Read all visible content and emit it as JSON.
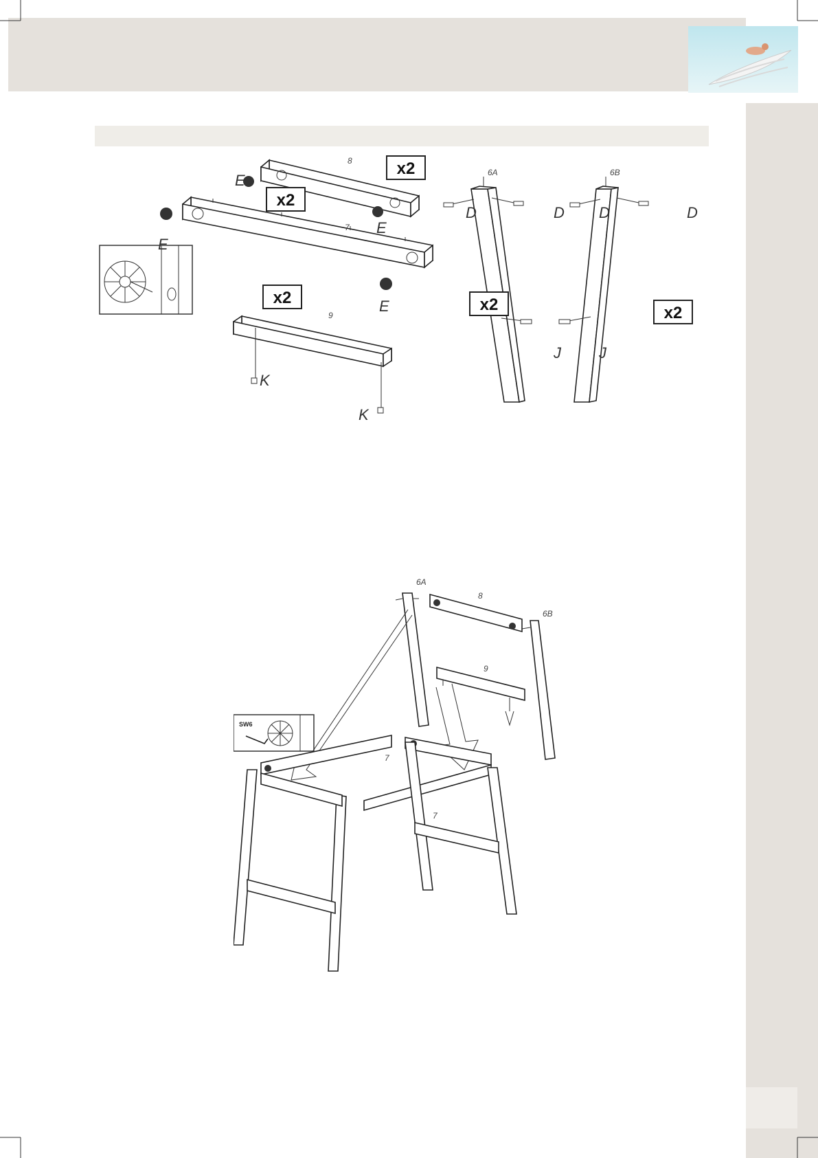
{
  "step1": {
    "quantities": [
      "x2",
      "x2",
      "x2",
      "x2",
      "x2"
    ],
    "part_numbers": [
      "8",
      "7",
      "9",
      "6A",
      "6B"
    ],
    "hardware_letters": [
      "E",
      "E",
      "E",
      "E",
      "K",
      "K",
      "D",
      "D",
      "D",
      "D",
      "J",
      "J"
    ]
  },
  "step2": {
    "part_numbers": [
      "6A",
      "8",
      "6B",
      "9",
      "7",
      "7"
    ],
    "tool_label": "SW6"
  }
}
